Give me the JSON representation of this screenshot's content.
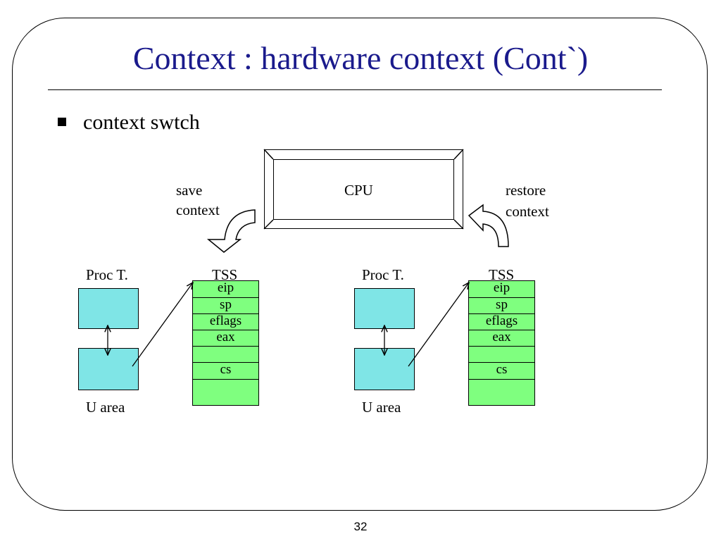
{
  "slide": {
    "title": "Context : hardware context (Cont`)",
    "bullet": "context swtch",
    "page_number": "32"
  },
  "diagram": {
    "cpu_label": "CPU",
    "save_label_line1": "save",
    "save_label_line2": "context",
    "restore_label_line1": "restore",
    "restore_label_line2": "context",
    "left_group": {
      "proc_label": "Proc T.",
      "uarea_label": "U area",
      "tss_label": "TSS",
      "tss_rows": [
        "eip",
        "sp",
        "eflags",
        "eax",
        "",
        "cs",
        ""
      ]
    },
    "right_group": {
      "proc_label": "Proc T.",
      "uarea_label": "U area",
      "tss_label": "TSS",
      "tss_rows": [
        "eip",
        "sp",
        "eflags",
        "eax",
        "",
        "cs",
        ""
      ]
    },
    "colors": {
      "title": "#1a1a8c",
      "proc_box_fill": "#7fe5e6",
      "tss_fill": "#7fff7f"
    }
  }
}
